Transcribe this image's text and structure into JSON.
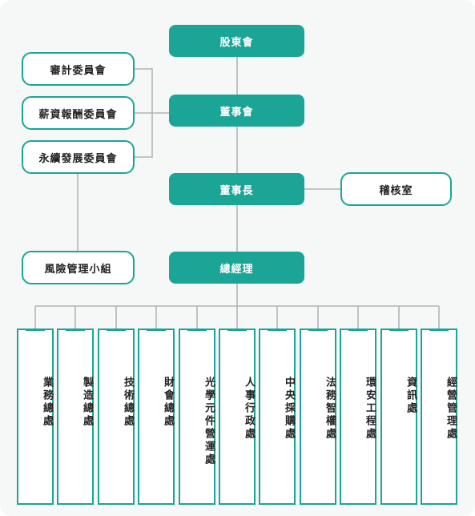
{
  "org": {
    "shareholders": "股東會",
    "board": "董事會",
    "chairman": "董事長",
    "president": "總經理",
    "committees": [
      "審計委員會",
      "薪資報酬委員會",
      "永續發展委員會"
    ],
    "audit_office": "稽核室",
    "risk_group": "風險管理小組",
    "departments": [
      "業務總處",
      "製造總處",
      "技術總處",
      "財會總處",
      "光學元件營運處",
      "人事行政處",
      "中央採購處",
      "法務智權處",
      "環安工程處",
      "資訊處",
      "經營管理處"
    ]
  },
  "colors": {
    "accent": "#1ba597",
    "connector": "#b4b4b4"
  }
}
